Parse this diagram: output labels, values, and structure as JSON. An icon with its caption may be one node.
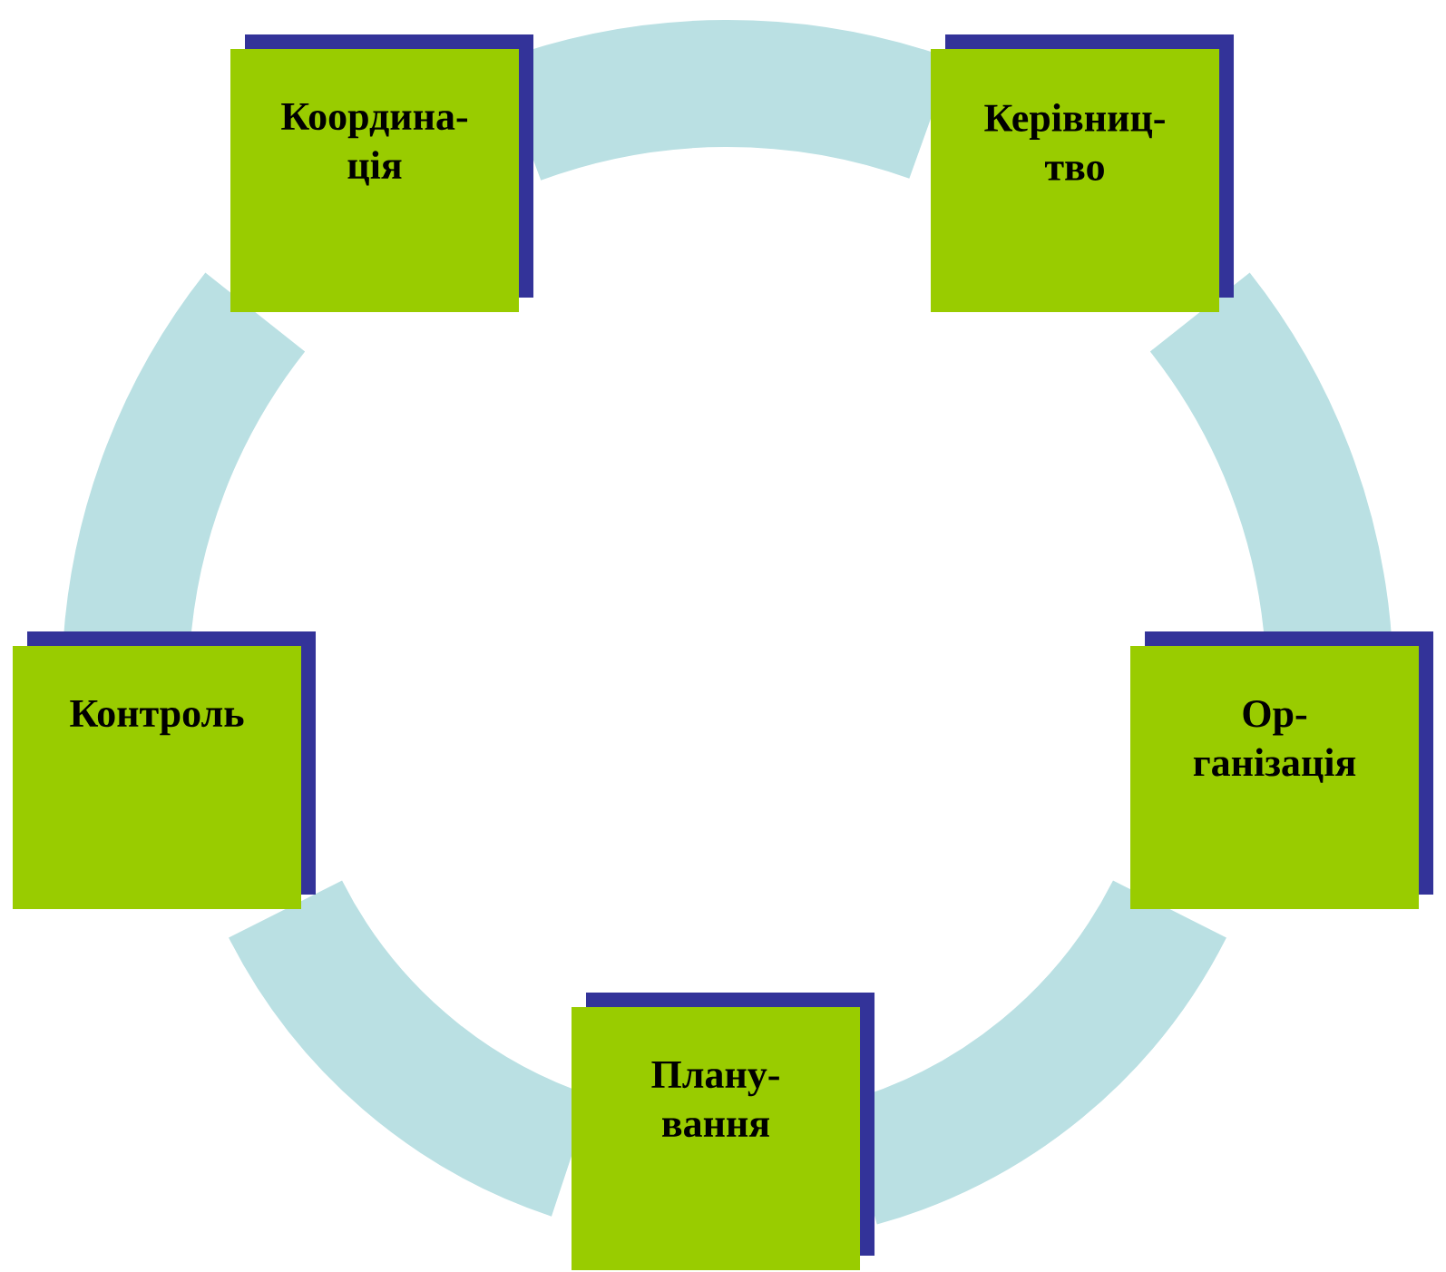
{
  "diagram": {
    "nodes": [
      {
        "text": [
          "Координа- ція"
        ]
      },
      {
        "text": [
          "Керівниц- тво"
        ]
      },
      {
        "text": [
          "Контроль"
        ]
      },
      {
        "text": [
          "Ор- ганізація"
        ]
      },
      {
        "text": [
          "Плану- вання"
        ]
      }
    ],
    "edges": [
      {
        "from": 0,
        "to": 1,
        "arrow": "none"
      },
      {
        "from": 1,
        "to": 3,
        "arrow": "none"
      },
      {
        "from": 3,
        "to": 4,
        "arrow": "none"
      },
      {
        "from": 4,
        "to": 2,
        "arrow": "none"
      },
      {
        "from": 2,
        "to": 0,
        "arrow": "none"
      }
    ]
  }
}
